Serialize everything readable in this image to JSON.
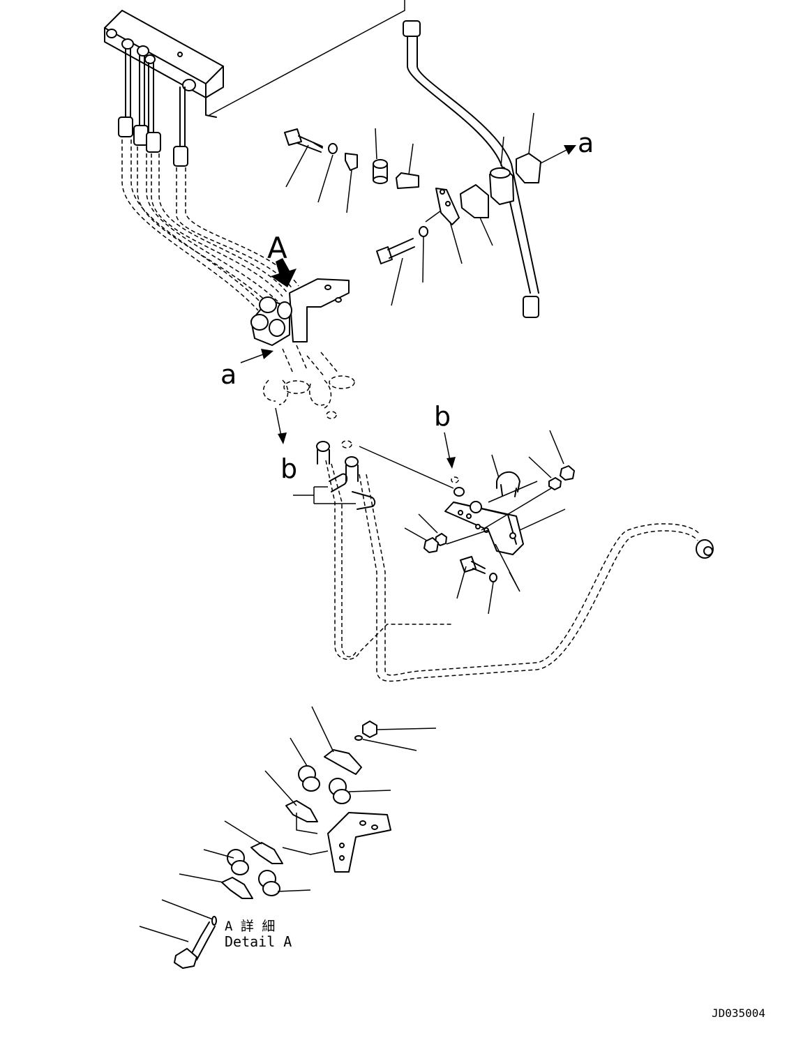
{
  "labels": {
    "view_a": "A",
    "ref_a_top": "a",
    "ref_a_left": "a",
    "ref_b_left": "b",
    "ref_b_right": "b"
  },
  "detail": {
    "title_jp": "A 詳 細",
    "title_en": "Detail A"
  },
  "drawing_number": "JD035004"
}
